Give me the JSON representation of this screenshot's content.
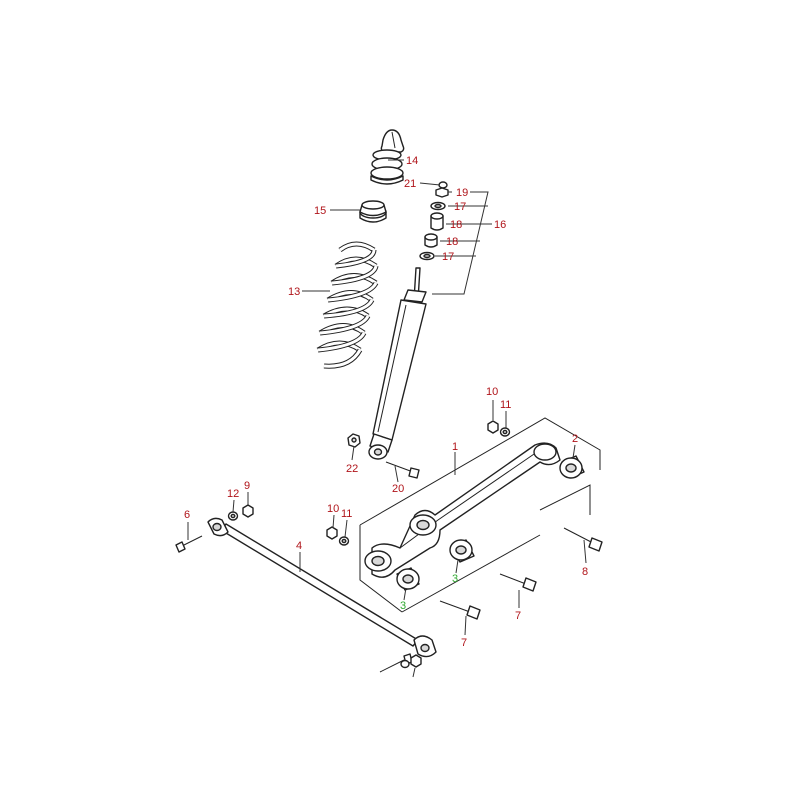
{
  "colors": {
    "label_red": "#b0141a",
    "label_green": "#2ea82e",
    "line": "#222222"
  },
  "labels": {
    "p1": "1",
    "p2": "2",
    "p3a": "3",
    "p3b": "3",
    "p4": "4",
    "p6": "6",
    "p7a": "7",
    "p7b": "7",
    "p8": "8",
    "p9": "9",
    "p10a": "10",
    "p10b": "10",
    "p11a": "11",
    "p11b": "11",
    "p12": "12",
    "p13": "13",
    "p14": "14",
    "p15": "15",
    "p16": "16",
    "p17a": "17",
    "p17b": "17",
    "p18a": "18",
    "p18b": "18",
    "p19": "19",
    "p20": "20",
    "p21": "21",
    "p22": "22"
  }
}
